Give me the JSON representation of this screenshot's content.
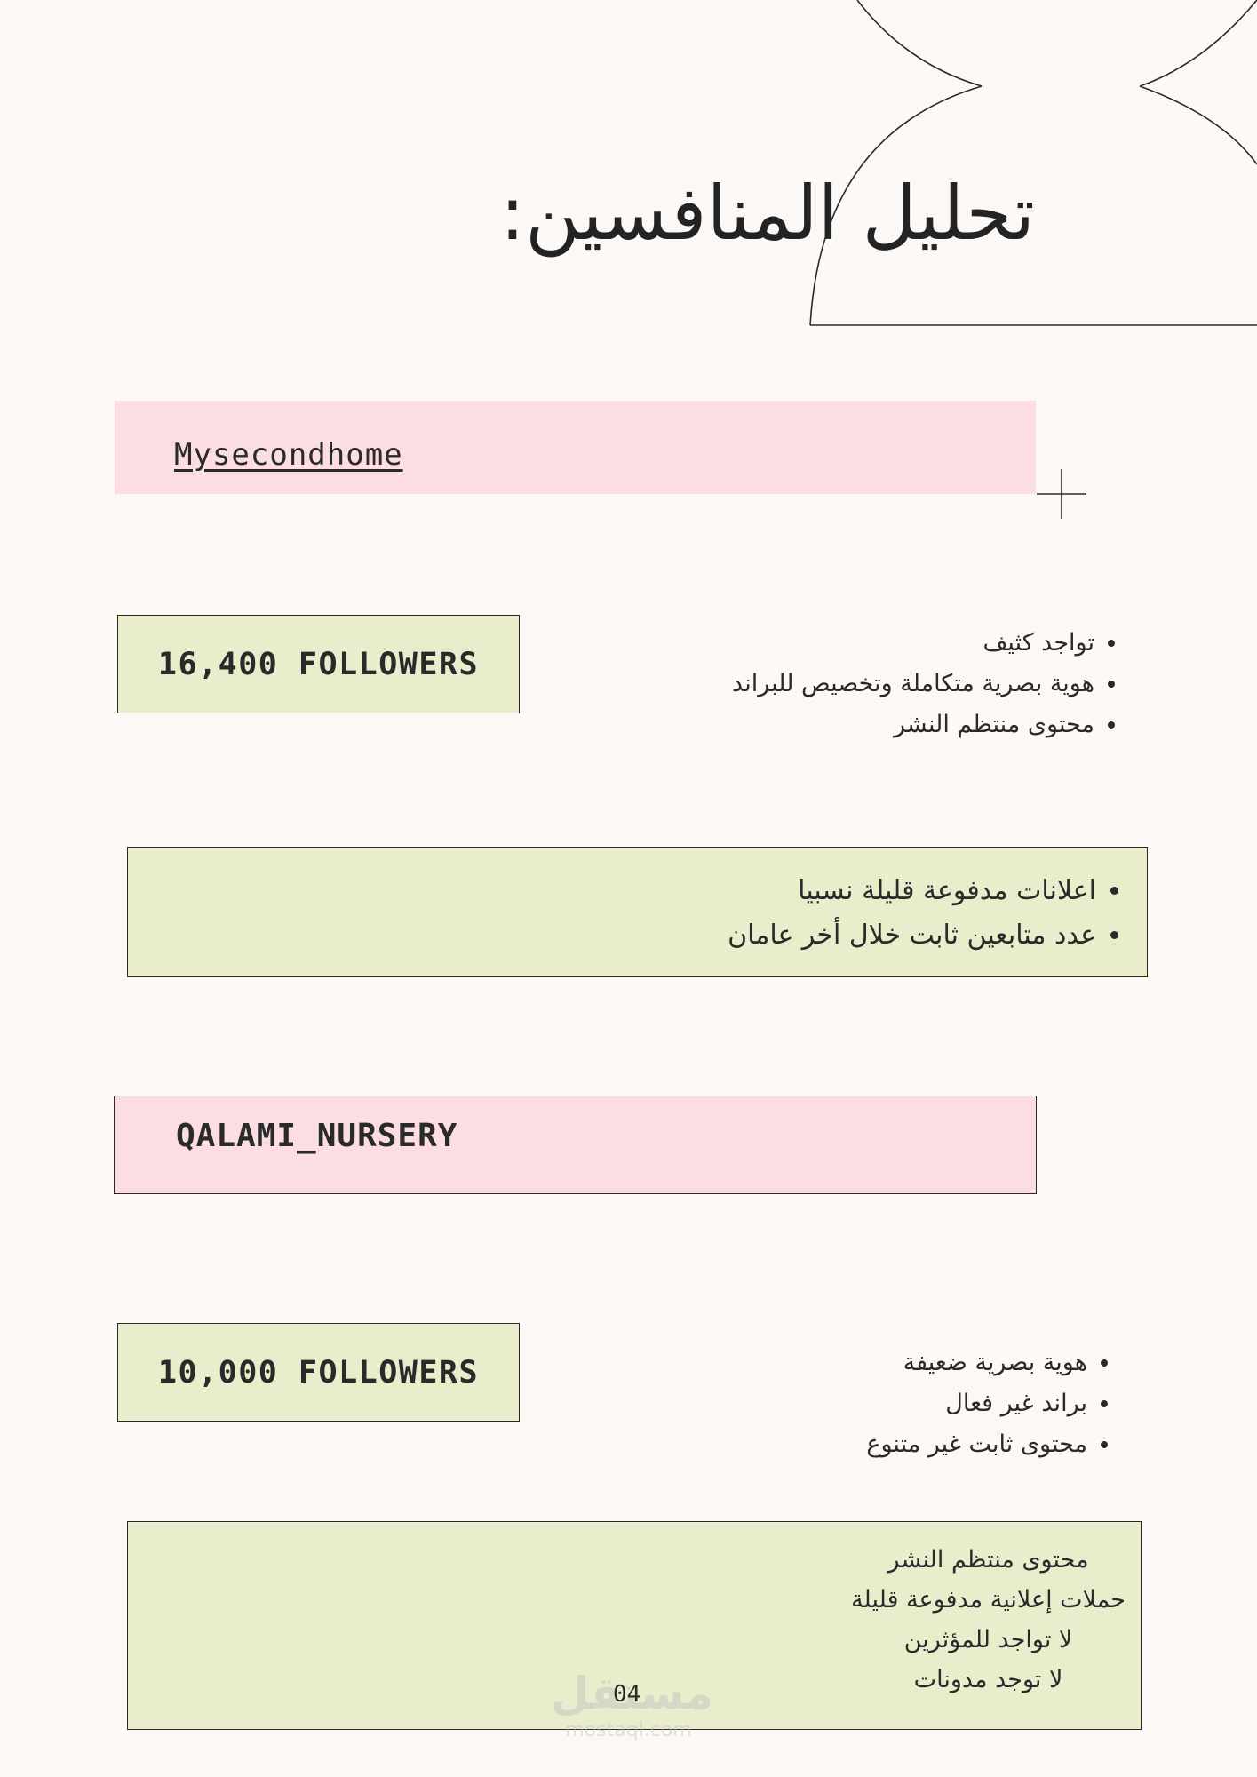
{
  "title": "تحليل المنافسين:",
  "competitors": [
    {
      "name": "Mysecondhome",
      "followers": "16,400 FOLLOWERS",
      "strengths": [
        "تواجد كثيف",
        "هوية بصرية متكاملة وتخصيص للبراند",
        "محتوى منتظم النشر"
      ],
      "weaknesses": [
        "اعلانات مدفوعة قليلة نسبيا",
        "عدد متابعين ثابت خلال أخر عامان"
      ]
    },
    {
      "name": "QALAMI_NURSERY",
      "followers": "10,000 FOLLOWERS",
      "strengths": [
        "هوية بصرية ضعيفة",
        "براند غير فعال",
        "محتوى ثابت غير متنوع"
      ],
      "notes": [
        "محتوى منتظم النشر",
        "حملات إعلانية مدفوعة قليلة",
        "لا تواجد للمؤثرين",
        "لا توجد مدونات"
      ]
    }
  ],
  "page_number": "04",
  "watermark": {
    "arabic": "مستقل",
    "latin": "mostaql.com"
  },
  "colors": {
    "background": "#fcf8f6",
    "pink": "#fbdde2",
    "green": "#e9edcb",
    "ink": "#2a2a2a"
  }
}
